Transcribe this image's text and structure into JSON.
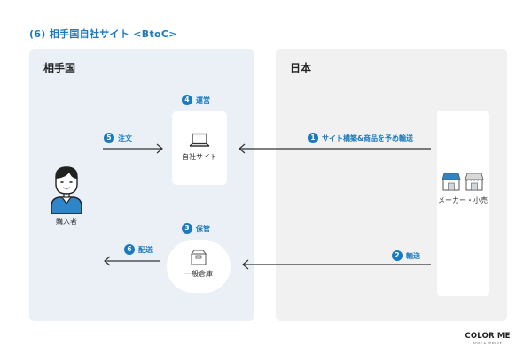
{
  "title": "(6) 相手国自社サイト <BtoC>",
  "panels": {
    "left_title": "相手国",
    "right_title": "日本"
  },
  "nodes": {
    "site": "自社サイト",
    "store": "メーカー・小売",
    "warehouse": "一般倉庫",
    "buyer": "購入者"
  },
  "steps": [
    {
      "num": "1",
      "label": "サイト構築&商品を予め輸送"
    },
    {
      "num": "2",
      "label": "輸送"
    },
    {
      "num": "3",
      "label": "保管"
    },
    {
      "num": "4",
      "label": "運営"
    },
    {
      "num": "5",
      "label": "注文"
    },
    {
      "num": "6",
      "label": "配送"
    }
  ],
  "colors": {
    "accent": "#1a7ac0",
    "panel_left": "#eaf0f5",
    "panel_right": "#f1f1f1",
    "arrow": "#333333"
  },
  "icons": {
    "site": "laptop-icon",
    "store": "storefront-icon",
    "warehouse": "box-icon",
    "buyer": "person-icon"
  },
  "logo": {
    "text": "COLOR ME",
    "sub": "SHOP & SERVICE"
  }
}
